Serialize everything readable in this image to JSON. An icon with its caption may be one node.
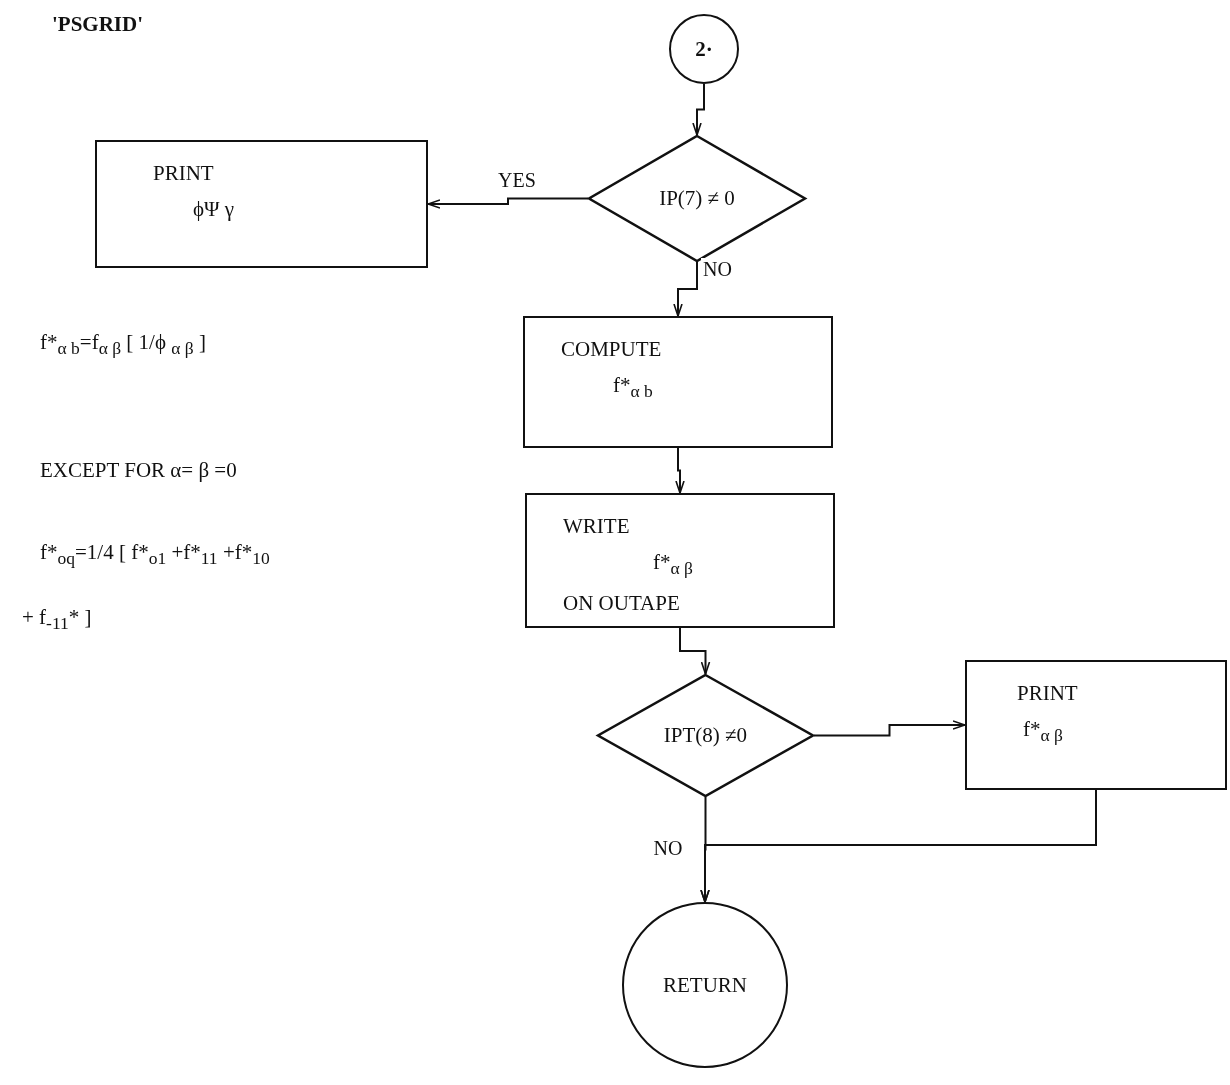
{
  "diagram": {
    "nodes": [
      {
        "text": [
          "2·"
        ]
      },
      {
        "text": [
          "IP(7) ≠ 0"
        ]
      },
      {
        "text": [
          "PRINT",
          "ϕΨ γ"
        ]
      },
      {
        "text": [
          "COMPUTE",
          "f*$_{α b}$"
        ]
      },
      {
        "text": [
          "WRITE",
          "f*$_{α β}$",
          "ON OUTAPE"
        ]
      },
      {
        "text": [
          "IPT(8) ≠0"
        ]
      },
      {
        "text": [
          "PRINT",
          "f*$_{α β}$"
        ]
      },
      {
        "text": [
          "RETURN"
        ]
      }
    ],
    "edges": [
      {
        "from": 0,
        "to": 1,
        "arrow": "to"
      },
      {
        "from": 1,
        "to": 2,
        "arrow": "to",
        "label": "YES"
      },
      {
        "from": 1,
        "to": 3,
        "arrow": "to",
        "label": "NO"
      },
      {
        "from": 3,
        "to": 4,
        "arrow": "to"
      },
      {
        "from": 4,
        "to": 5,
        "arrow": "to"
      },
      {
        "from": 5,
        "to": 6,
        "arrow": "to"
      },
      {
        "from": 6,
        "to": 7,
        "arrow": "to"
      },
      {
        "from": 5,
        "to": 7,
        "arrow": "to",
        "label": "NO"
      }
    ],
    "labels": [
      "'PSGRID'",
      "f*$_{α b}$=f$_{α β}$ [ 1/ϕ $_{α β}$ ]",
      "EXCEPT FOR  α= β =0",
      "f*$_{oq}$=1/4 [ f*$_{o1}$ +f*$_{11}$ +f*$_{10}$",
      "+ f$_{-11}$* ]"
    ]
  }
}
